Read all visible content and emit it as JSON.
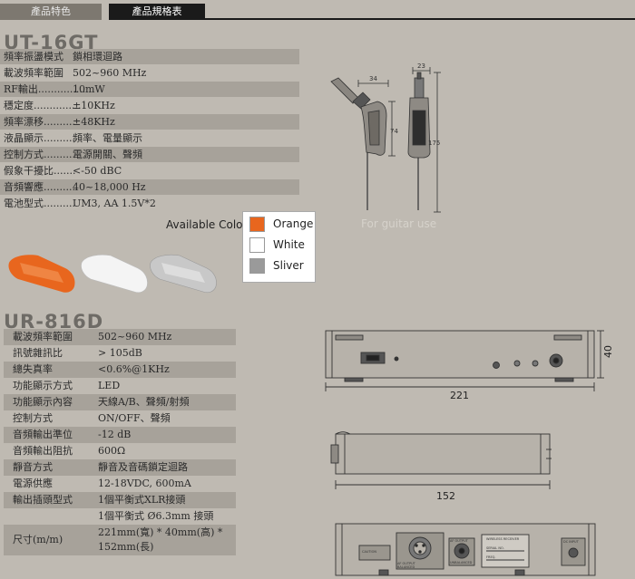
{
  "tabs": [
    {
      "label": "產品特色"
    },
    {
      "label": "產品規格表"
    }
  ],
  "transmitter": {
    "model": "UT-16GT",
    "specs": [
      {
        "key": "頻率振盪模式",
        "value": "鎖相環迴路"
      },
      {
        "key": "載波頻率範圍",
        "value": "502~960 MHz"
      },
      {
        "key": "RF輸出...............",
        "value": "10mW"
      },
      {
        "key": "穩定度...............",
        "value": "±10KHz"
      },
      {
        "key": "頻率漂移..........",
        "value": "±48KHz"
      },
      {
        "key": "液晶顯示..........",
        "value": "頻率、電量顯示"
      },
      {
        "key": "控制方式..........",
        "value": "電源開關、聲頻"
      },
      {
        "key": "假象干擾比.......",
        "value": "<-50 dBC"
      },
      {
        "key": "音頻響應..........",
        "value": "40~18,000 Hz"
      },
      {
        "key": "電池型式..........",
        "value": "UM3, AA 1.5V*2"
      }
    ],
    "available_label": "Available Color",
    "colors": [
      {
        "name": "Orange",
        "hex": "#e8661e"
      },
      {
        "name": "White",
        "hex": "#ffffff"
      },
      {
        "name": "Sliver",
        "hex": "#9a9a9a"
      }
    ],
    "usage": "For guitar use",
    "dims": {
      "w1": "34",
      "w2": "23",
      "h1": "74",
      "h2": "175"
    }
  },
  "receiver": {
    "model": "UR-816D",
    "specs": [
      {
        "key": "載波頻率範圍",
        "value": "502~960 MHz"
      },
      {
        "key": "訊號雜訊比",
        "value": "> 105dB"
      },
      {
        "key": "總失真率",
        "value": "<0.6%@1KHz"
      },
      {
        "key": "功能顯示方式",
        "value": "LED"
      },
      {
        "key": "功能顯示內容",
        "value": "天線A/B、聲頻/射頻"
      },
      {
        "key": "控制方式",
        "value": "ON/OFF、聲頻"
      },
      {
        "key": "音頻輸出準位",
        "value": "-12 dB"
      },
      {
        "key": "音頻輸出阻抗",
        "value": "600Ω"
      },
      {
        "key": "靜音方式",
        "value": "靜音及音碼鎖定迴路"
      },
      {
        "key": "電源供應",
        "value": "12-18VDC, 600mA"
      },
      {
        "key": "輸出插頭型式",
        "value": "1個平衡式XLR接頭"
      },
      {
        "key": "",
        "value": "1個平衡式 Ø6.3mm 接頭"
      }
    ],
    "size_key": "尺寸(m/m)",
    "size_line1": "221mm(寬) * 40mm(高) *",
    "size_line2": "152mm(長)",
    "dims": {
      "width": "221",
      "height": "40",
      "depth": "152"
    },
    "panel_labels": {
      "af_output_a": "AF OUTPUT",
      "af_output_b": "BALANCED",
      "af_output_c": "AF OUTPUT",
      "af_output_d": "UNBALANCED",
      "wireless_receiver": "WIRELESS RECEIVER",
      "serial": "SERIAL NO.",
      "freq": "FREQ.",
      "dc_input": "DC INPUT",
      "caution": "CAUTION"
    }
  }
}
